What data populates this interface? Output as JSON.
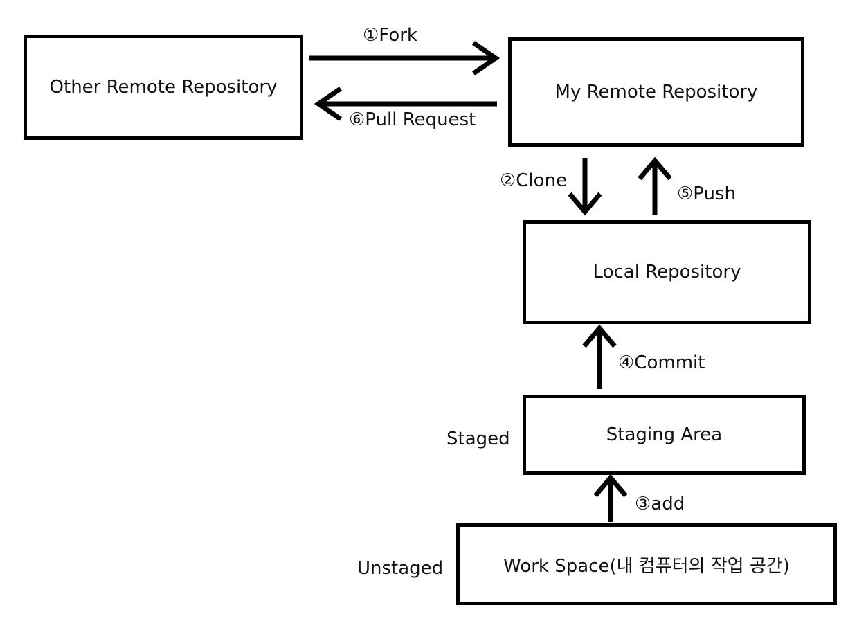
{
  "boxes": {
    "other_remote": "Other Remote Repository",
    "my_remote": "My Remote Repository",
    "local": "Local Repository",
    "staging": "Staging Area",
    "workspace": "Work Space(내 컴퓨터의 작업 공간)"
  },
  "steps": {
    "fork": "①Fork",
    "clone": "②Clone",
    "add": "③add",
    "commit": "④Commit",
    "push": "⑤Push",
    "pull_request": "⑥Pull Request"
  },
  "states": {
    "staged": "Staged",
    "unstaged": "Unstaged"
  }
}
